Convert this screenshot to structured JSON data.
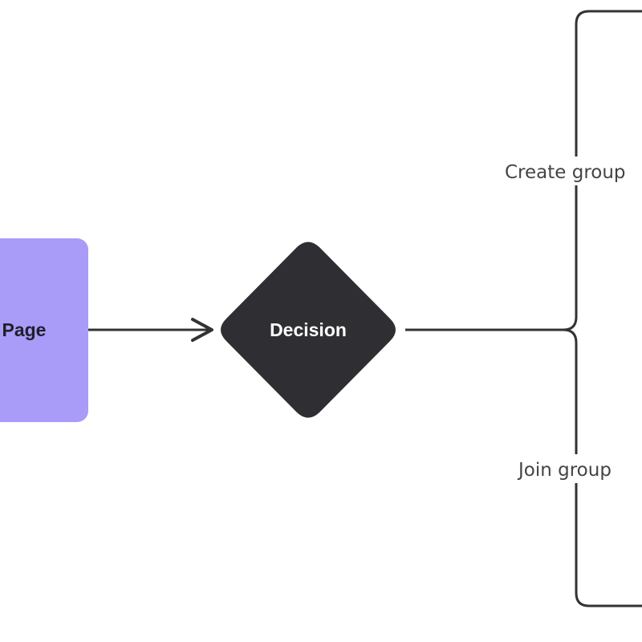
{
  "nodes": {
    "page": {
      "label": "Page"
    },
    "decision": {
      "label": "Decision"
    }
  },
  "edges": {
    "create_group": {
      "label": "Create group"
    },
    "join_group": {
      "label": "Join group"
    }
  },
  "colors": {
    "page_fill": "#a99cf8",
    "decision_fill": "#2f2f33",
    "connector": "#333333",
    "page_text": "#1f1f2b",
    "decision_text": "#ffffff",
    "edge_text": "#444444",
    "background": "#ffffff"
  }
}
